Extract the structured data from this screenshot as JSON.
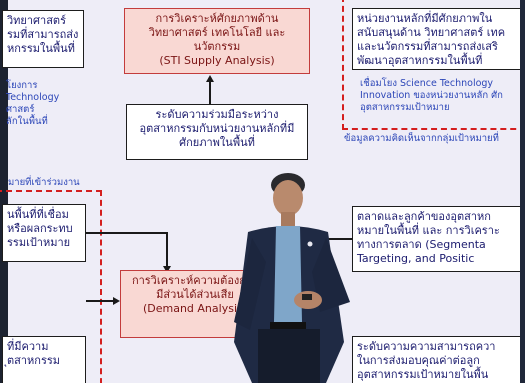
{
  "slide": {
    "top_left_box": [
      "วิทยาศาสตร์",
      "รมที่สามารถส่ง",
      "หกรรมในพื้นที่"
    ],
    "top_left_caption": [
      "โยงการ",
      "Technology",
      "ศาสตร์",
      "ลักในพื้นที่"
    ],
    "center_top_box": [
      "การวิเคราะห์ศักยภาพด้าน",
      "วิทยาศาสตร์ เทคโนโลยี และ",
      "นวัตกรรม",
      "(STI Supply Analysis)"
    ],
    "center_mid_box": [
      "ระดับความร่วมมือระหว่าง",
      "อุตสาหกรรมกับหน่วยงานหลักที่มี",
      "ศักยภาพในพื้นที่"
    ],
    "top_right_box": [
      "หน่วยงานหลักที่มีศักยภาพใน",
      "สนับสนุนด้าน วิทยาศาสตร์ เทค",
      "และนวัตกรรมที่สามารถส่งเสริ",
      "พัฒนาอุตสาหกรรมในพื้นที่"
    ],
    "top_right_caption": [
      "เชื่อมโยง Science Technology",
      "Innovation ของหน่วยงานหลัก ศัก",
      "อุตสาหกรรมเป้าหมาย"
    ],
    "right_caption_band": "ข้อมูลความคิดเห็นจากกลุ่มเป้าหมายที่",
    "left_caption_band": "มายที่เข้าร่วมงาน",
    "left_mid_box": [
      "นพื้นที่ที่เชื่อม",
      "หรือผลกระทบ",
      "รรมเป้าหมาย"
    ],
    "center_bottom_box": [
      "การวิเคราะห์ความต้องการ",
      "มีส่วนได้ส่วนเสีย",
      "(Demand Analysis)"
    ],
    "right_mid_box": [
      "ตลาดและลูกค้าของอุตสาหก",
      "หมายในพื้นที่ และ การวิเคราะ",
      "ทางการตลาด (Segmenta",
      "Targeting, and Positic"
    ],
    "left_bottom_box": [
      "ที่มีความ",
      "ุตสาหกรรม"
    ],
    "right_bottom_box": [
      "ระดับความความสามารถควา",
      "ในการส่งมอบคุณค่าต่อลูก",
      "อุตสาหกรรมเป้าหมายในพื้น"
    ]
  },
  "colors": {
    "screen_bg": "#eeedf7",
    "box_text": "#1b1b6e",
    "pink_fill": "#f9d8d3",
    "pink_border": "#c33c3c",
    "dash_red": "#d41f1f",
    "caption_blue": "#2d47b8",
    "suit": "#1f2a44",
    "shirt": "#7fa6c9"
  }
}
